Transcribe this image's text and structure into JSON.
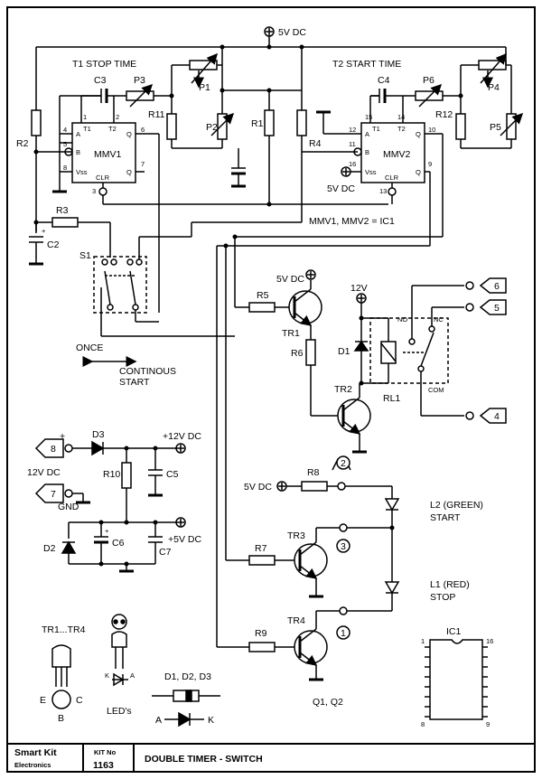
{
  "title": {
    "brand_line1": "Smart Kit",
    "brand_line2": "Electronics",
    "kit_no_label": "KIT No",
    "kit_no": "1163",
    "name": "DOUBLE TIMER - SWITCH"
  },
  "labels": {
    "supply_top": "5V DC",
    "t1": "T1 STOP TIME",
    "t2": "T2 START TIME",
    "c3": "C3",
    "c4": "C4",
    "c2": "C2",
    "c5": "C5",
    "c6": "C6",
    "c7": "C7",
    "p1": "P1",
    "p2": "P2",
    "p3": "P3",
    "p4": "P4",
    "p5": "P5",
    "p6": "P6",
    "r1": "R1",
    "r2": "R2",
    "r3": "R3",
    "r4": "R4",
    "r5": "R5",
    "r6": "R6",
    "r7": "R7",
    "r8": "R8",
    "r9": "R9",
    "r10": "R10",
    "r11": "R11",
    "r12": "R12",
    "mmv1": "MMV1",
    "mmv2": "MMV2",
    "ic_note": "MMV1, MMV2 = IC1",
    "s1": "S1",
    "once": "ONCE",
    "continous": "CONTINOUS",
    "start": "START",
    "vdd_5v_tr1": "5V DC",
    "vdd_5v_mmv2": "5V DC",
    "v12": "12V",
    "tr1": "TR1",
    "tr2": "TR2",
    "tr3": "TR3",
    "tr4": "TR4",
    "d1": "D1",
    "d2": "D2",
    "d3": "D3",
    "rl1": "RL1",
    "no": "NO",
    "nc": "NC",
    "com": "COM",
    "plus12": "+12V DC",
    "plus5": "+5V DC",
    "in12": "12V DC",
    "gnd": "GND",
    "vdd_5v_r8": "5V DC",
    "l2a": "L2 (GREEN)",
    "l2b": "START",
    "l1a": "L1 (RED)",
    "l1b": "STOP",
    "q": "Q1, Q2",
    "tr_range": "TR1...TR4",
    "leds": "LED's",
    "diodes": "D1, D2, D3",
    "ic1": "IC1",
    "plus": "+",
    "a": "A",
    "k": "K",
    "e": "E",
    "b": "B",
    "c": "C"
  },
  "pins": {
    "p1": "1",
    "p2": "2",
    "p4": "4",
    "p5": "5",
    "p8": "8",
    "p6": "6",
    "p7": "7",
    "p3": "3",
    "p15": "15",
    "p14": "14",
    "p12": "12",
    "p11": "11",
    "p10": "10",
    "p16": "16",
    "p9": "9",
    "p13": "13",
    "ic_1": "1",
    "ic_8": "8",
    "ic_9": "9",
    "ic_16": "16"
  },
  "chip_pins": {
    "a": "A",
    "b": "B",
    "vss": "Vss",
    "t1": "T1",
    "t2": "T2",
    "q": "Q",
    "qbar": "Q",
    "clr": "CLR"
  },
  "terminals": [
    "1",
    "2",
    "3",
    "4",
    "5",
    "6",
    "7",
    "8"
  ]
}
